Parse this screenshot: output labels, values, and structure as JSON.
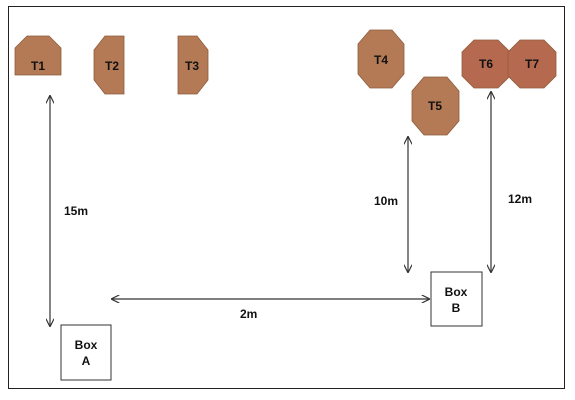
{
  "colors": {
    "target_fill": "#b37a55",
    "target_fill_alt": "#b5694f",
    "target_shadow": "#8e5c3d",
    "arrow": "#333333",
    "box_border": "#333333"
  },
  "targets": [
    {
      "id": "T1",
      "label": "T1",
      "shape": "octagon-bottom-flat"
    },
    {
      "id": "T2",
      "label": "T2",
      "shape": "octagon-left-cut"
    },
    {
      "id": "T3",
      "label": "T3",
      "shape": "octagon-right-cut"
    },
    {
      "id": "T4",
      "label": "T4",
      "shape": "octagon"
    },
    {
      "id": "T5",
      "label": "T5",
      "shape": "octagon"
    },
    {
      "id": "T6",
      "label": "T6",
      "shape": "octagon"
    },
    {
      "id": "T7",
      "label": "T7",
      "shape": "octagon"
    }
  ],
  "boxes": {
    "a": {
      "line1": "Box",
      "line2": "A"
    },
    "b": {
      "line1": "Box",
      "line2": "B"
    }
  },
  "distances": {
    "d15": "15m",
    "d2": "2m",
    "d10": "10m",
    "d12": "12m"
  }
}
